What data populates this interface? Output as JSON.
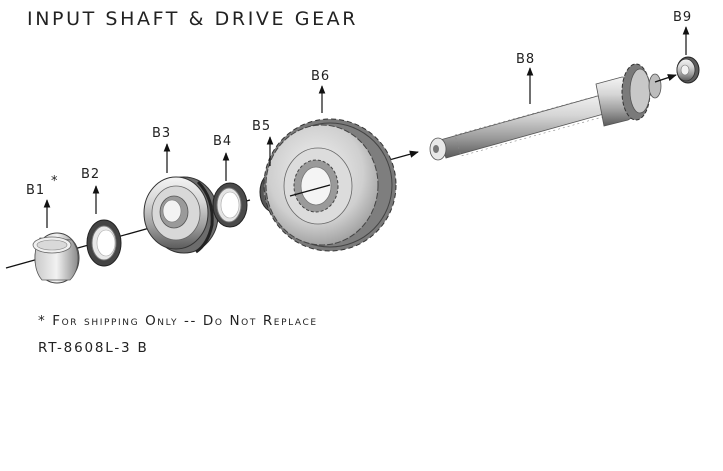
{
  "title": "INPUT SHAFT & DRIVE GEAR",
  "parts": [
    {
      "id": "B1",
      "label": "B1",
      "marker": "*"
    },
    {
      "id": "B2",
      "label": "B2",
      "marker": ""
    },
    {
      "id": "B3",
      "label": "B3",
      "marker": ""
    },
    {
      "id": "B4",
      "label": "B4",
      "marker": ""
    },
    {
      "id": "B5",
      "label": "B5",
      "marker": ""
    },
    {
      "id": "B6",
      "label": "B6",
      "marker": ""
    },
    {
      "id": "B8",
      "label": "B8",
      "marker": ""
    },
    {
      "id": "B9",
      "label": "B9",
      "marker": ""
    }
  ],
  "note": "* For shipping Only -- Do Not Replace",
  "part_number": "RT-8608L-3 B"
}
